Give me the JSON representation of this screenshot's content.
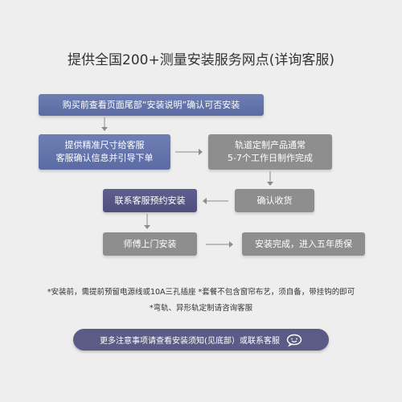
{
  "title": "提供全国200+测量安装服务网点(详询客服)",
  "steps": {
    "step1": "购买前查看页面尾部“安装说明”确认可否安装",
    "step2": [
      "提供精准尺寸给客服",
      "客服确认信息并引导下单"
    ],
    "step3": [
      "轨道定制产品通常",
      "5-7个工作日制作完成"
    ],
    "step4": "确认收货",
    "step5": "联系客服预约安装",
    "step6": "师傅上门安装",
    "step7": "安装完成，进入五年质保"
  },
  "notes": {
    "line1": "*安装前，需提前预留电源线或10A三孔插座  *套餐不包含窗帘布艺，须自备，带挂钩的即可",
    "line2": "*弯轨、异形轨定制请咨询客服"
  },
  "cta": {
    "label": "更多注意事项请查看安装须知(见底部）或联系客服",
    "icon": "chat-bubble-icon"
  },
  "colors": {
    "blue_box": "#6573ab",
    "purple_box": "#55557f",
    "gray_box": "#8e8e8e",
    "arrow": "#8c8c8c",
    "background": "#eeeeee"
  }
}
